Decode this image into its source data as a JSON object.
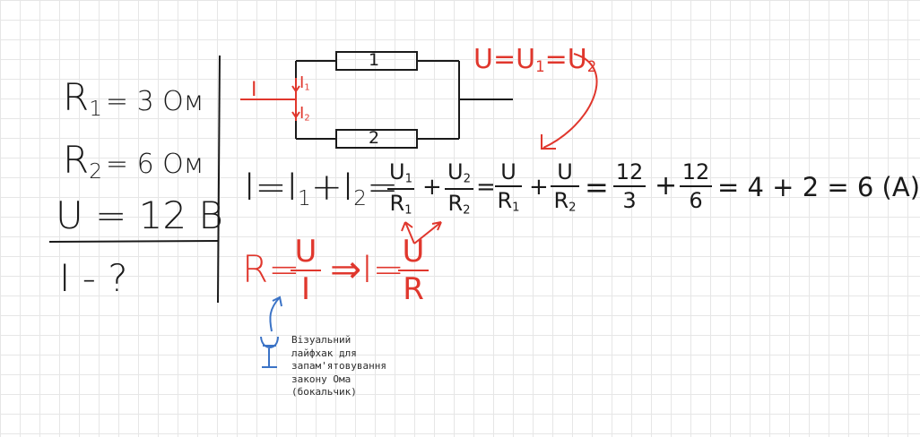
{
  "given": {
    "r1": {
      "sym": "R",
      "sub": "1",
      "rest": "= 3 Ом"
    },
    "r2": {
      "sym": "R",
      "sub": "2",
      "rest": "= 6 Ом"
    },
    "u": {
      "text": "U = 12 В"
    },
    "find": {
      "text": "I - ?"
    }
  },
  "circuit": {
    "current_main": "I",
    "branch1_current": {
      "sym": "I",
      "sub": "1"
    },
    "branch2_current": {
      "sym": "I",
      "sub": "2"
    },
    "resistor1": "1",
    "resistor2": "2"
  },
  "voltage_eq": {
    "u": "U",
    "eq1": "=",
    "u1": "U",
    "s1": "1",
    "eq2": "=",
    "u2": "U",
    "s2": "2"
  },
  "main_eq": {
    "lhs": "I",
    "eq": "=",
    "i1": "I",
    "i1s": "1",
    "plus": "+",
    "i2": "I",
    "i2s": "2",
    "eq2": "=",
    "f1": {
      "num": "U",
      "nums": "1",
      "den": "R",
      "dens": "1"
    },
    "p1": "+",
    "f2": {
      "num": "U",
      "nums": "2",
      "den": "R",
      "dens": "2"
    },
    "eq3": "=",
    "f3": {
      "num": "U",
      "den": "R",
      "dens": "1"
    },
    "p2": "+",
    "f4": {
      "num": "U",
      "den": "R",
      "dens": "2"
    },
    "eq4": "=",
    "f5": {
      "num": "12",
      "den": "3"
    },
    "p3": "+",
    "f6": {
      "num": "12",
      "den": "6"
    },
    "tail": "= 4 + 2 = 6 (A)"
  },
  "ohm": {
    "r": "R",
    "eq": "=",
    "num": "U",
    "den": "I",
    "implies": "⇒",
    "i": "I",
    "eq2": "=",
    "num2": "U",
    "den2": "R"
  },
  "note": {
    "lines": [
      "Візуальний",
      "лайфхак для",
      "запам'ятовування",
      "закону Ома",
      "(бокальчик)"
    ]
  },
  "colors": {
    "ink": "#1a1a1a",
    "red": "#e0372d",
    "blue": "#3b73c6",
    "grid": "#e6e6e6"
  }
}
